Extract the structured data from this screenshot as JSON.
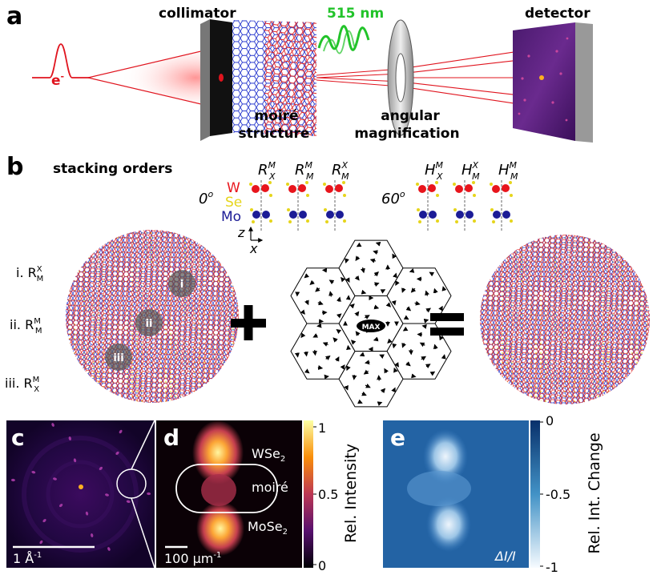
{
  "panels": {
    "a": {
      "letter": "a",
      "electron_label": "e",
      "electron_sup": "-",
      "collimator": "collimator",
      "laser": "515 nm",
      "moire_1": "moiré",
      "moire_2": "structure",
      "angular_1": "angular",
      "angular_2": "magnification",
      "detector": "detector"
    },
    "b": {
      "letter": "b",
      "title": "stacking orders",
      "angle_0": "0",
      "angle_60": "60",
      "degree": "o",
      "stack_labels": [
        {
          "base": "R",
          "sub": "X",
          "sup": "M"
        },
        {
          "base": "R",
          "sub": "M",
          "sup": "M"
        },
        {
          "base": "R",
          "sub": "M",
          "sup": "X"
        },
        {
          "base": "H",
          "sub": "X",
          "sup": "M"
        },
        {
          "base": "H",
          "sub": "M",
          "sup": "X"
        },
        {
          "base": "H",
          "sub": "M",
          "sup": "M"
        }
      ],
      "atoms": {
        "w": "W",
        "se": "Se",
        "mo": "Mo"
      },
      "axis_z": "z",
      "axis_x": "x",
      "regions": [
        {
          "roman": "i.",
          "base": "R",
          "sub": "M",
          "sup": "X",
          "marker": "i"
        },
        {
          "roman": "ii.",
          "base": "R",
          "sub": "M",
          "sup": "M",
          "marker": "ii"
        },
        {
          "roman": "iii.",
          "base": "R",
          "sub": "X",
          "sup": "M",
          "marker": "iii"
        }
      ],
      "max_label": "MAX"
    },
    "c": {
      "letter": "c",
      "scale_base": "1 Å",
      "scale_sup": "-1"
    },
    "d": {
      "letter": "d",
      "wse2_base": "WSe",
      "wse2_sub": "2",
      "moire": "moiré",
      "mose2_base": "MoSe",
      "mose2_sub": "2",
      "scale_base": "100 μm",
      "scale_sup": "-1",
      "colorbar_label": "Rel. Intensity",
      "colorbar_ticks": [
        "1",
        "0.5",
        "0"
      ]
    },
    "e": {
      "letter": "e",
      "delta_label": "ΔI/I",
      "colorbar_label": "Rel. Int. Change",
      "colorbar_ticks": [
        "0",
        "-0.5",
        "-1"
      ]
    }
  },
  "colors": {
    "electron": "#e0141e",
    "laser": "#22c32a",
    "w_atom": "#e8151c",
    "se_atom": "#e6d51c",
    "mo_atom": "#1c1c96",
    "lattice_blue": "#2233cc",
    "lattice_red": "#e02020",
    "inferno_bg": "#1a0533",
    "blues_mid": "#3a7ec2"
  }
}
